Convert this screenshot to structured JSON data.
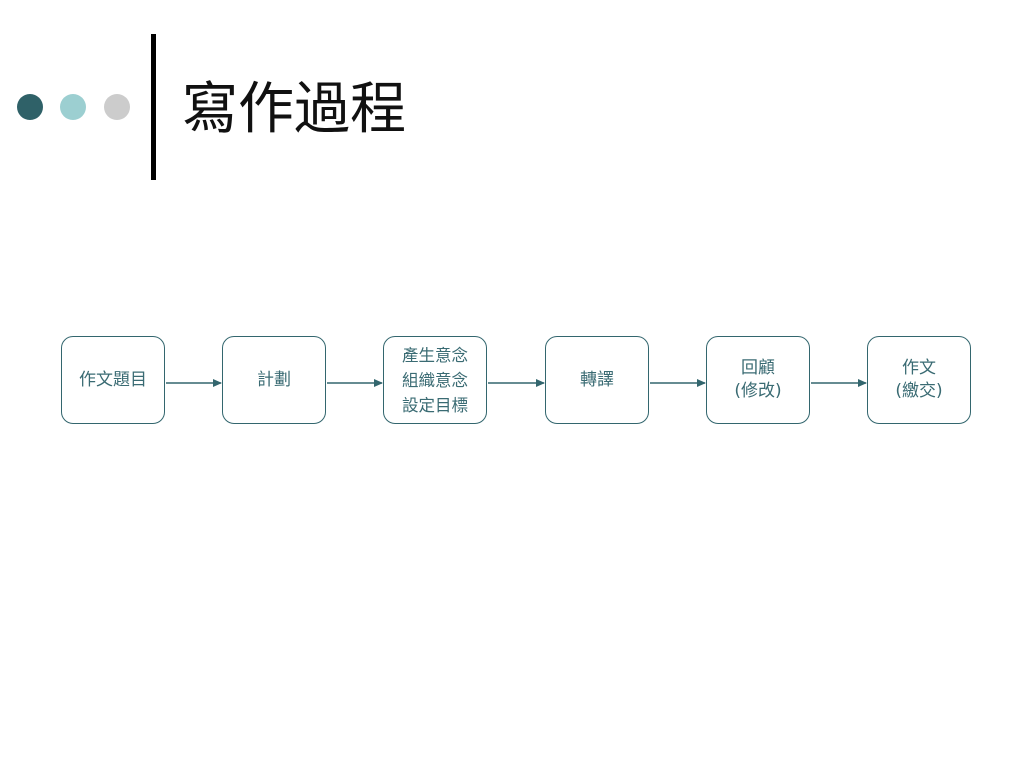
{
  "slide": {
    "title": "寫作過程",
    "bullet_colors": [
      "#2f6168",
      "#9ccfd1",
      "#cccccc"
    ],
    "accent": "#33666e"
  },
  "diagram": {
    "steps": [
      {
        "label": "作文題目"
      },
      {
        "label": "計劃"
      },
      {
        "label": "產生意念\n組織意念\n設定目標"
      },
      {
        "label": "轉譯"
      },
      {
        "label": "回顧\n(修改)"
      },
      {
        "label": "作文\n(繳交)"
      }
    ]
  }
}
